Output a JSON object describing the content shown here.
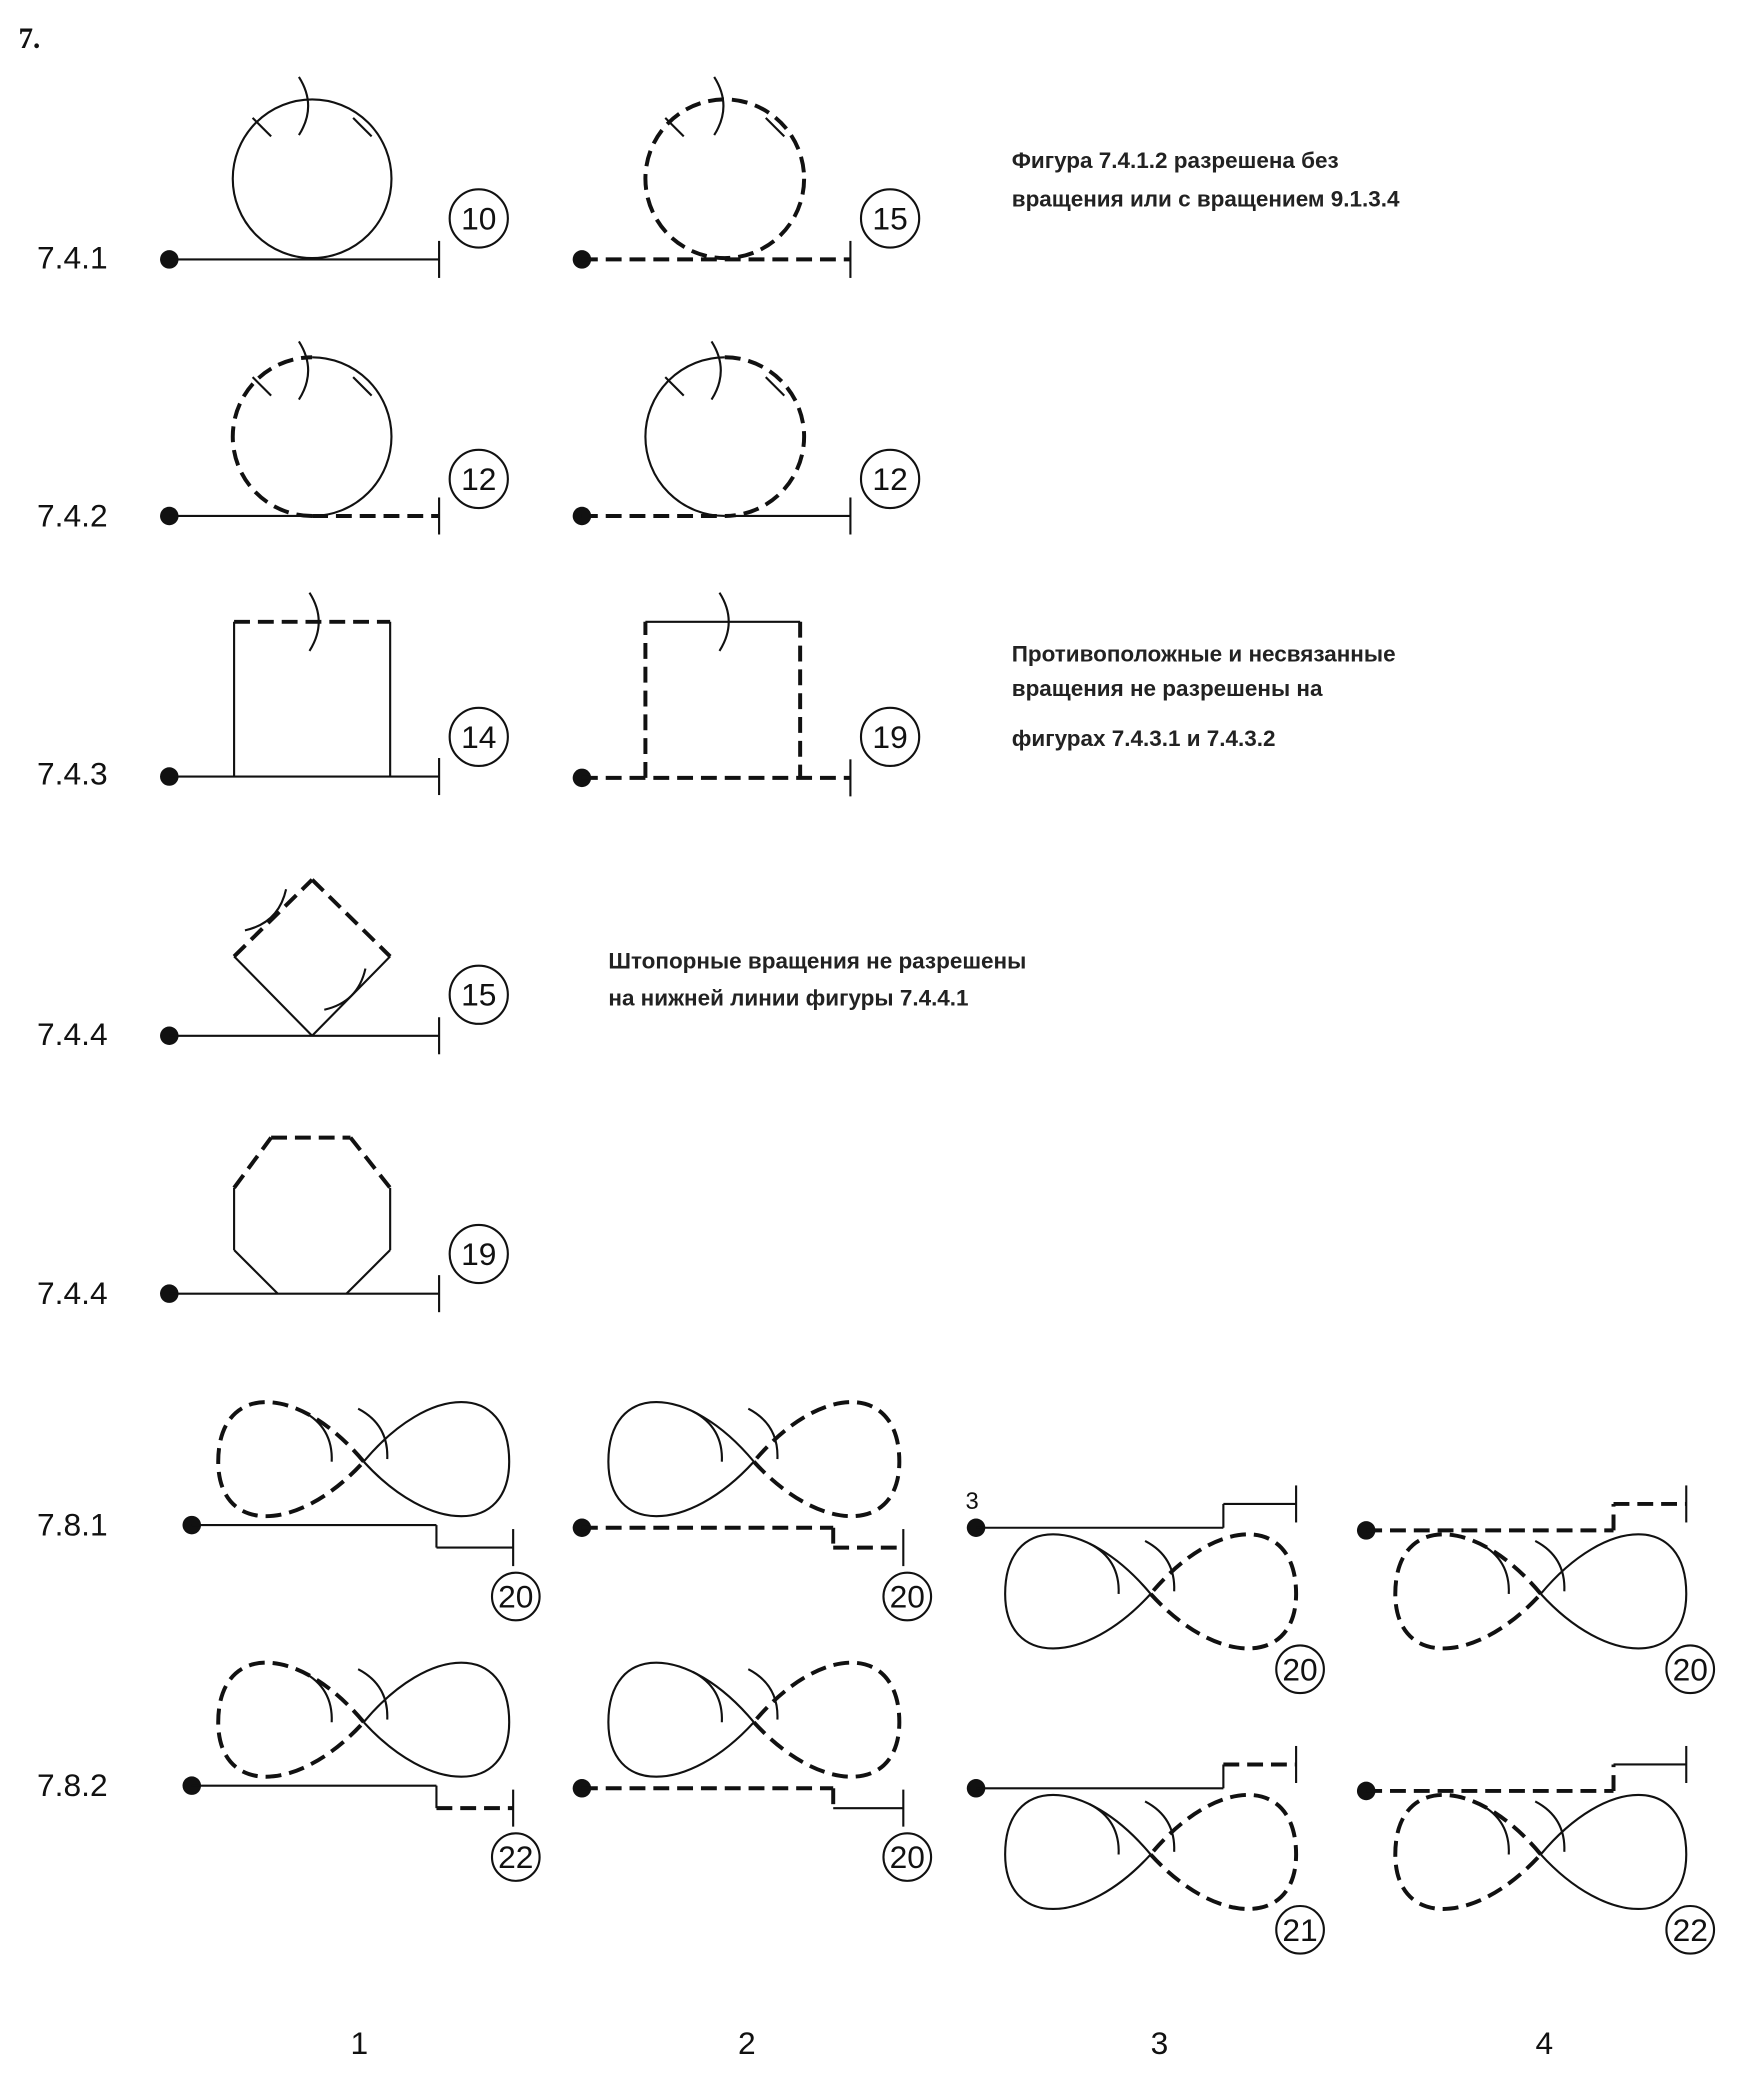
{
  "section": "7.",
  "rows": [
    {
      "label": "7.4.1",
      "numbers": [
        "10",
        "15"
      ]
    },
    {
      "label": "7.4.2",
      "numbers": [
        "12",
        "12"
      ]
    },
    {
      "label": "7.4.3",
      "numbers": [
        "14",
        "19"
      ]
    },
    {
      "label": "7.4.4",
      "numbers": [
        "15"
      ]
    },
    {
      "label": "7.4.4",
      "numbers": [
        "19"
      ]
    },
    {
      "label": "7.8.1",
      "numbers": [
        "20",
        "20",
        "20",
        "20"
      ]
    },
    {
      "label": "7.8.2",
      "numbers": [
        "22",
        "20",
        "21",
        "22"
      ]
    }
  ],
  "notes": {
    "n741": [
      "Фигура 7.4.1.2 разрешена без",
      "вращения или с вращением 9.1.3.4"
    ],
    "n743": [
      "Противоположные и несвязанные",
      "вращения не разрешены на",
      "фигурах 7.4.3.1 и 7.4.3.2"
    ],
    "n744": [
      "Штопорные вращения не разрешены",
      "на нижней линии фигуры 7.4.4.1"
    ]
  },
  "small_label": "3",
  "columns": [
    "1",
    "2",
    "3",
    "4"
  ]
}
